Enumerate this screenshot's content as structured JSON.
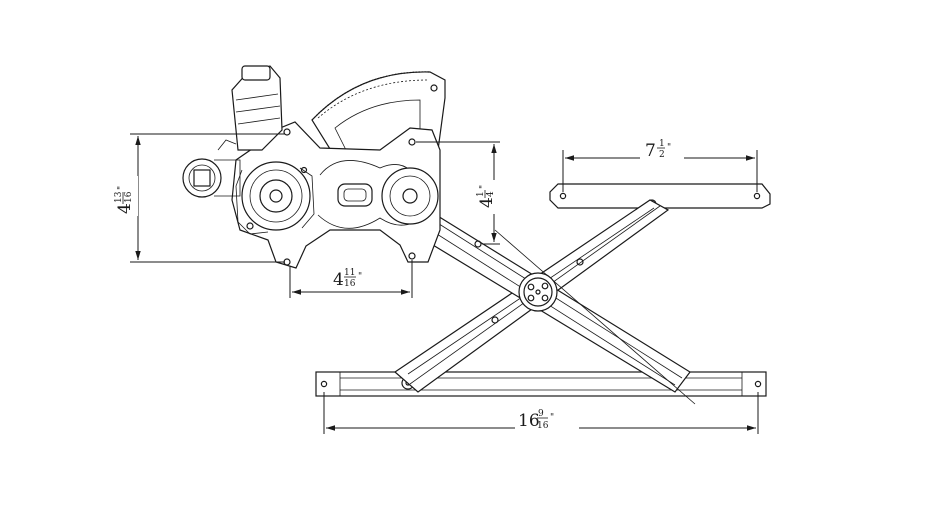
{
  "dimensions": {
    "overall_length": {
      "whole": "16",
      "num": "9",
      "den": "16",
      "unit": "\""
    },
    "top_rail_length": {
      "whole": "7",
      "num": "1",
      "den": "2",
      "unit": "\""
    },
    "mount_spacing_horizontal": {
      "whole": "4",
      "num": "11",
      "den": "16",
      "unit": "\""
    },
    "mount_spacing_vertical_right": {
      "whole": "4",
      "num": "1",
      "den": "4",
      "unit": "\""
    },
    "mount_spacing_vertical_left": {
      "whole": "4",
      "num": "13",
      "den": "16",
      "unit": "\""
    }
  }
}
